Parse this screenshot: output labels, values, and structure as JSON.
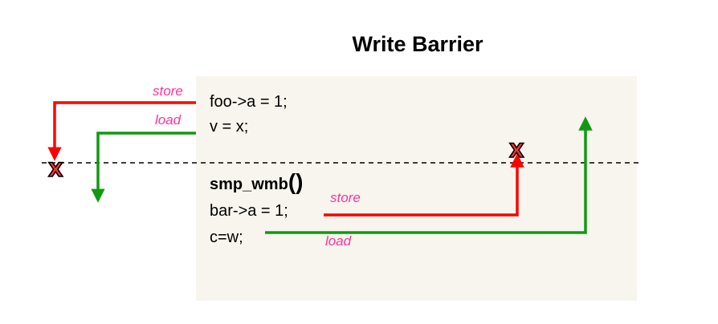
{
  "title": "Write Barrier",
  "code_lines": {
    "line1": "foo->a = 1;",
    "line2": "v = x;",
    "barrier_name": "smp_wmb",
    "barrier_parens": "()",
    "line3": "bar->a = 1;",
    "line4": "c=w;"
  },
  "labels": {
    "store_top": "store",
    "load_top": "load",
    "store_bottom": "store",
    "load_bottom": "load"
  },
  "marks": {
    "blocked": "X"
  },
  "colors": {
    "store": "#ff0000",
    "load": "#119911",
    "label": "#ff3399",
    "panel": "#f7f5ed"
  }
}
